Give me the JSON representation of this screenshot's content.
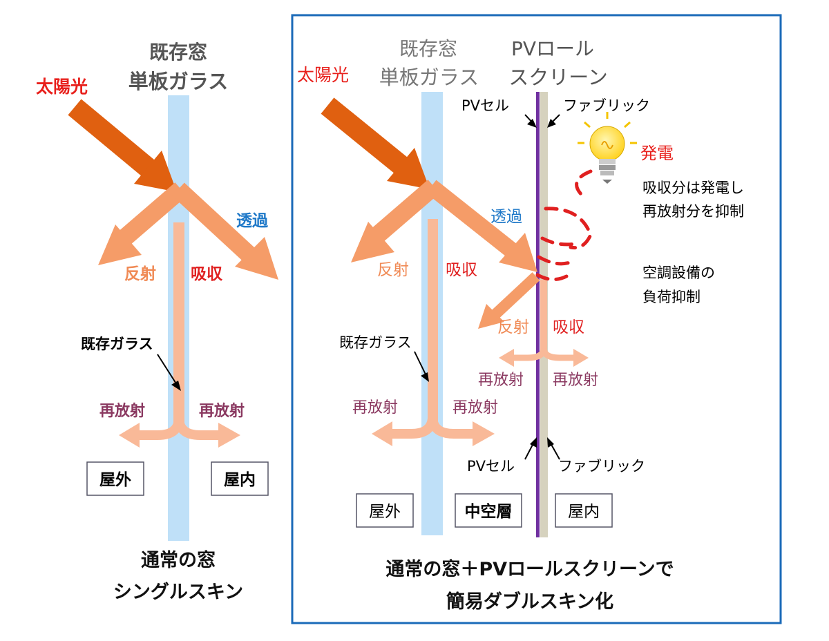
{
  "colors": {
    "glass": "#bfe0f8",
    "sun_arrow": "#e06010",
    "light_arrow": "#f59c68",
    "pale_arrow": "#f9b998",
    "sunlight_text": "#e8201c",
    "transmit_text": "#1e78c8",
    "reflect_text": "#f08a55",
    "absorb_text": "#e02020",
    "reradiate_text": "#8a3860",
    "frame_blue": "#1a6ab8",
    "pv_cell": "#7030a0",
    "fabric": "#d6d2be",
    "heat_wave": "#e02020",
    "bulb": "#ffe24d"
  },
  "left_panel": {
    "glass_title_line1": "既存窓",
    "glass_title_line2": "単板ガラス",
    "sunlight": "太陽光",
    "transmit": "透過",
    "reflect": "反射",
    "absorb": "吸収",
    "glass_label": "既存ガラス",
    "reradiate_out": "再放射",
    "reradiate_in": "再放射",
    "outdoor": "屋外",
    "indoor": "屋内",
    "caption_line1": "通常の窓",
    "caption_line2": "シングルスキン"
  },
  "right_panel": {
    "glass_title_line1": "既存窓",
    "glass_title_line2": "単板ガラス",
    "pv_title_line1": "PVロール",
    "pv_title_line2": "スクリーン",
    "sunlight": "太陽光",
    "pv_cell_top": "PVセル",
    "fabric_top": "ファブリック",
    "power_gen": "発電",
    "note1_line1": "吸収分は発電し",
    "note1_line2": "再放射分を抑制",
    "transmit": "透過",
    "reflect_glass": "反射",
    "absorb_glass": "吸収",
    "note2_line1": "空調設備の",
    "note2_line2": "負荷抑制",
    "reflect_pv": "反射",
    "absorb_pv": "吸収",
    "glass_label": "既存ガラス",
    "reradiate_pv_out": "再放射",
    "reradiate_pv_in": "再放射",
    "reradiate_glass_out": "再放射",
    "reradiate_glass_in": "再放射",
    "pv_cell_bottom": "PVセル",
    "fabric_bottom": "ファブリック",
    "outdoor": "屋外",
    "cavity": "中空層",
    "indoor": "屋内",
    "caption_line1": "通常の窓＋PVロールスクリーンで",
    "caption_line2": "簡易ダブルスキン化"
  }
}
